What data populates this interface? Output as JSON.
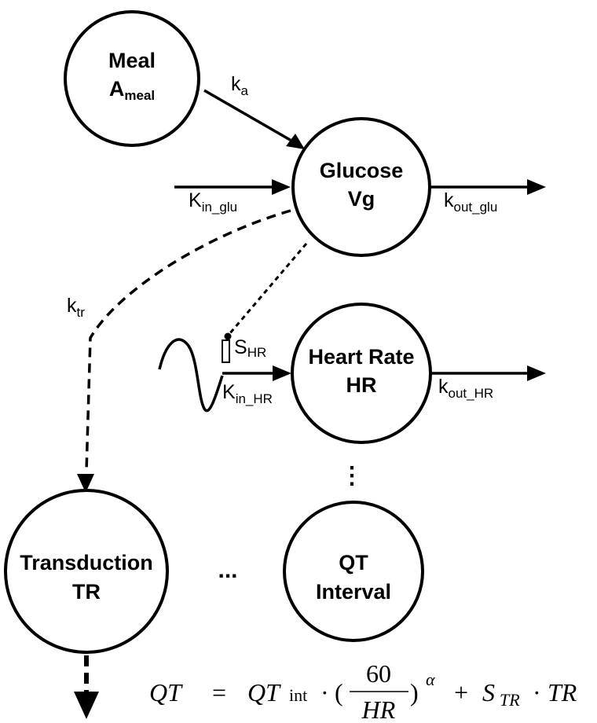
{
  "nodes": {
    "meal": {
      "title": "Meal",
      "sub_main": "A",
      "sub_small": "meal"
    },
    "glucose": {
      "title": "Glucose",
      "sub": "Vg"
    },
    "heart_rate": {
      "title": "Heart Rate",
      "sub": "HR"
    },
    "transduction": {
      "title": "Transduction",
      "sub": "TR"
    },
    "qt": {
      "title": "QT",
      "sub": "Interval"
    }
  },
  "edges": {
    "ka": {
      "main": "k",
      "sub": "a"
    },
    "kin_glu": {
      "main": "K",
      "sub": "in_glu"
    },
    "kout_glu": {
      "main": "k",
      "sub": "out_glu"
    },
    "ktr": {
      "main": "k",
      "sub": "tr"
    },
    "shr": {
      "main": "S",
      "sub": "HR"
    },
    "kin_hr": {
      "main": "K",
      "sub": "in_HR"
    },
    "kout_hr": {
      "main": "k",
      "sub": "out_HR"
    }
  },
  "ellipses": {
    "vertical": "⋮",
    "horizontal": "..."
  },
  "formula": {
    "lhs": "QT",
    "eq": "=",
    "qt": "QT",
    "int": "int",
    "dot1": "·",
    "open": "(",
    "num": "60",
    "den": "HR",
    "close": ")",
    "alpha": "α",
    "plus": "+",
    "s": "S",
    "s_sub": "TR",
    "dot2": "·",
    "tr": "TR"
  }
}
